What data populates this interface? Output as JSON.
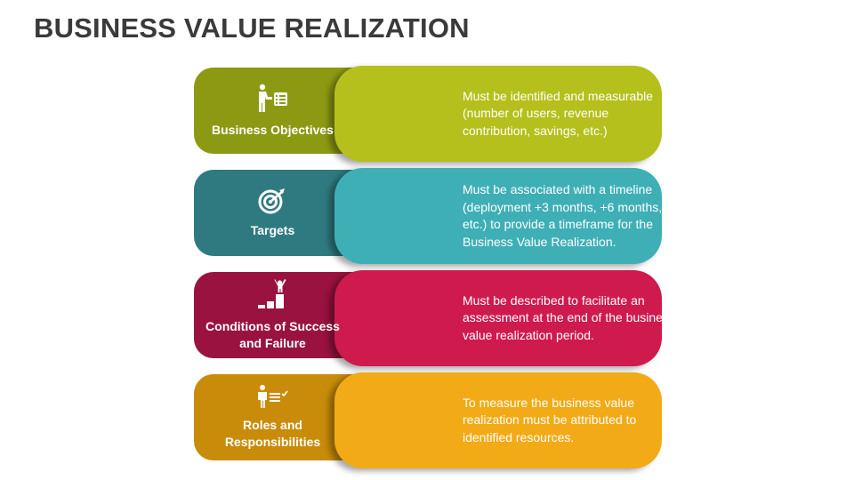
{
  "title": "BUSINESS VALUE REALIZATION",
  "items": [
    {
      "label": "Business Objectives",
      "description": "Must be identified and measurable\n(number of users, revenue\ncontribution, savings, etc.)",
      "icon": "presenter-checklist-icon",
      "tab_color": "#8c9a13",
      "tab_dark": "#6f7a0f",
      "body_color": "#b5c01c"
    },
    {
      "label": "Targets",
      "description": "Must be associated with a timeline\n(deployment +3 months, +6 months,\netc.) to provide a timeframe for the\nBusiness Value Realization.",
      "icon": "target-arrow-icon",
      "tab_color": "#2f7a80",
      "tab_dark": "#235e63",
      "body_color": "#3fafb6"
    },
    {
      "label": "Conditions of Success\nand Failure",
      "description": "Must be described to facilitate an\nassessment at the end of the business\nvalue realization period.",
      "icon": "podium-winner-icon",
      "tab_color": "#9a1240",
      "tab_dark": "#790e32",
      "body_color": "#cf1a4e"
    },
    {
      "label": "Roles and\nResponsibilities",
      "description": "To measure the business value\nrealization must be attributed to\nidentified resources.",
      "icon": "person-list-icon",
      "tab_color": "#c98c0a",
      "tab_dark": "#a47207",
      "body_color": "#f3aa17"
    }
  ]
}
